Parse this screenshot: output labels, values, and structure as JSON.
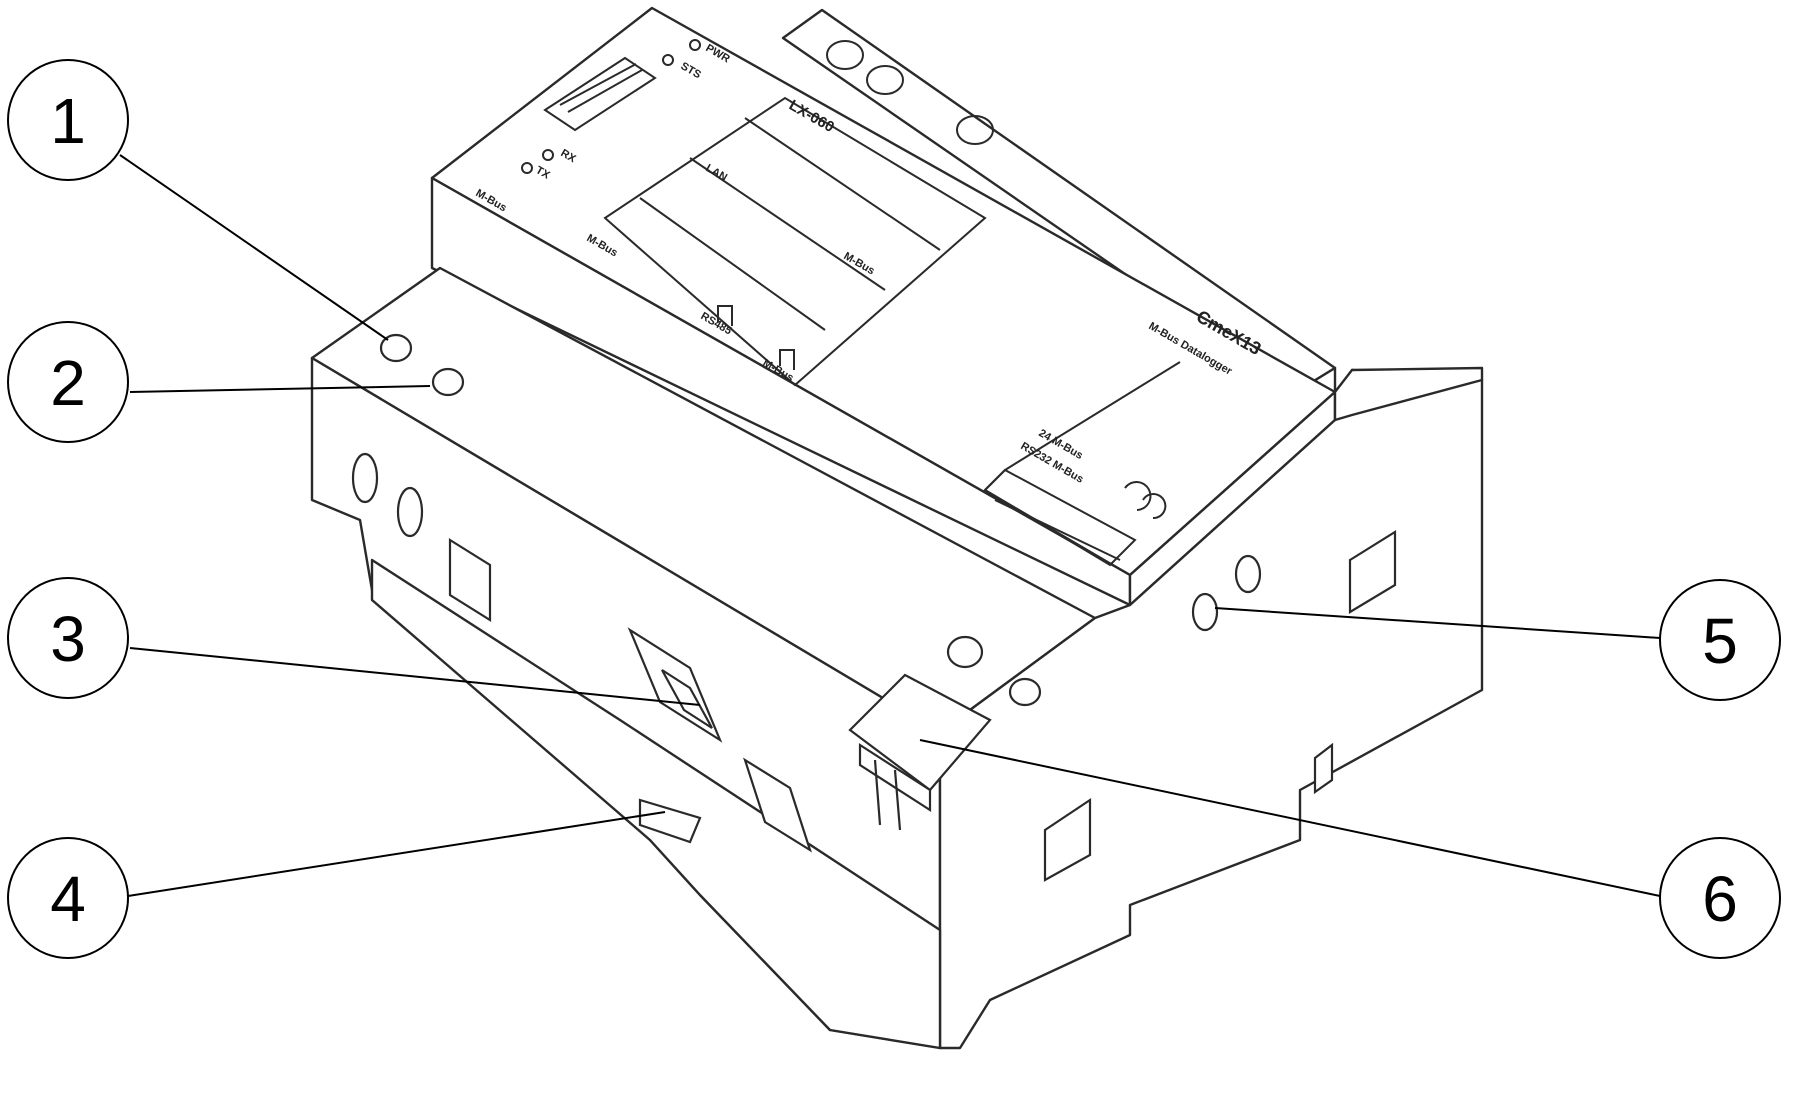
{
  "device": {
    "brand": "CmeX13",
    "subtitle": "M-Bus Datalogger",
    "panel_heading": "LX-060",
    "labels": {
      "rx": "RX",
      "tx": "TX",
      "mbus": "M-Bus",
      "power": "PWR",
      "status": "STS",
      "network": "LAN",
      "rs485": "RS485",
      "mbus_left": "M-Bus",
      "mbus_right": "M-Bus",
      "mbus_bottom": "M-Bus",
      "spec1": "24 M-Bus",
      "spec2": "RS232 M-Bus"
    }
  },
  "callouts": [
    {
      "number": "1"
    },
    {
      "number": "2"
    },
    {
      "number": "3"
    },
    {
      "number": "4"
    },
    {
      "number": "5"
    },
    {
      "number": "6"
    }
  ]
}
